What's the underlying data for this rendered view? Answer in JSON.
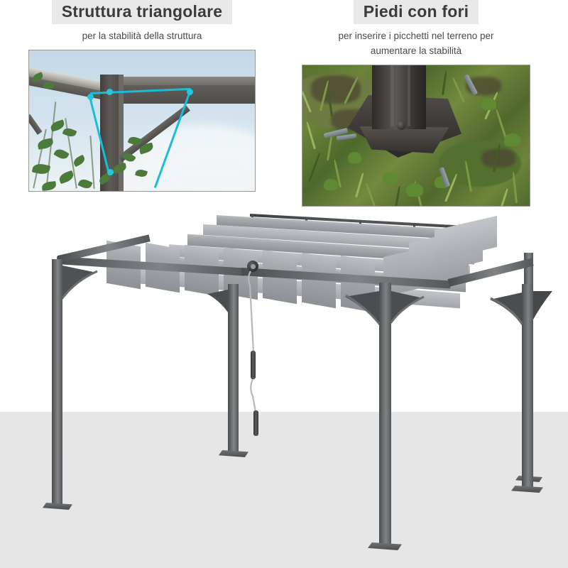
{
  "page": {
    "language": "it",
    "background_color": "#ffffff",
    "ground_color": "#e6e6e6"
  },
  "features": [
    {
      "id": "struttura-triangolare",
      "title": "Struttura triangolare",
      "subtitle": "per la stabilità della struttura",
      "subtitle_lines": [
        "per la stabilità della struttura"
      ],
      "highlight_color": "#e9e9e9",
      "annotation": {
        "shape": "triangle",
        "color": "#19bdd8",
        "vertex_count": 4,
        "caption": "triangular brace overlay"
      },
      "photo": {
        "name": "pergola-corner-brace-photo",
        "scene": "pergola post and beam corner with triangular brace against blue sky and climbing plant"
      }
    },
    {
      "id": "piedi-con-fori",
      "title": "Piedi con fori",
      "subtitle": "per inserire i picchetti nel terreno per aumentare la stabilità",
      "subtitle_lines": [
        "per inserire i picchetti nel terreno per",
        "aumentare la stabilità"
      ],
      "highlight_color": "#e9e9e9",
      "photo": {
        "name": "pergola-foot-stakes-photo",
        "scene": "dark grey pergola foot plate on grass with four metal ground stakes inserted through holes"
      }
    }
  ],
  "product": {
    "name": "pergola-render",
    "type": "retractable canopy pergola",
    "frame_color": "#5c6063",
    "canopy_color": "#a6a9ad",
    "post_count": 4,
    "canopy_slat_count": 13,
    "parts": [
      {
        "name": "corner-brace",
        "count": 4,
        "label": "curved corner brace"
      },
      {
        "name": "base-plate",
        "count": 4,
        "label": "foot plate"
      },
      {
        "name": "pull-cord",
        "count": 1,
        "label": "canopy pull cord"
      },
      {
        "name": "cord-handle",
        "count": 2,
        "label": "cord handle"
      }
    ]
  }
}
